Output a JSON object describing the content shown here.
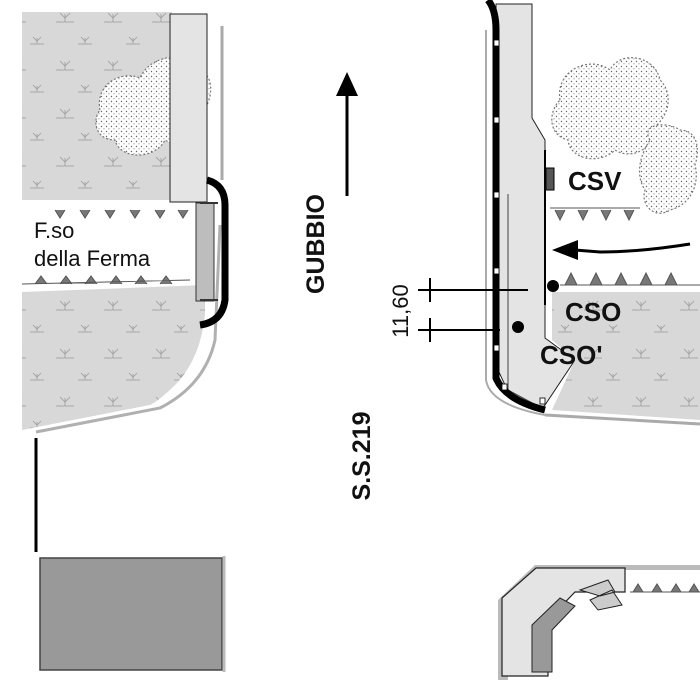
{
  "labels": {
    "road_name": "S.S.219",
    "direction": "GUBBIO",
    "street_name_line1": "F.so",
    "street_name_line2": "della Ferma",
    "csv": "CSV",
    "cso": "CSO",
    "cso_prime": "CSO'",
    "dimension": "11,60"
  },
  "icons": {
    "direction_arrow": "arrow-up-icon",
    "flow_arrow": "arrow-left-icon",
    "trees": "tree-canopy-icon"
  },
  "colors": {
    "grass": "#d8d8d8",
    "sidewalk": "#e4e4e4",
    "building": "#999999",
    "curb": "#000000"
  }
}
